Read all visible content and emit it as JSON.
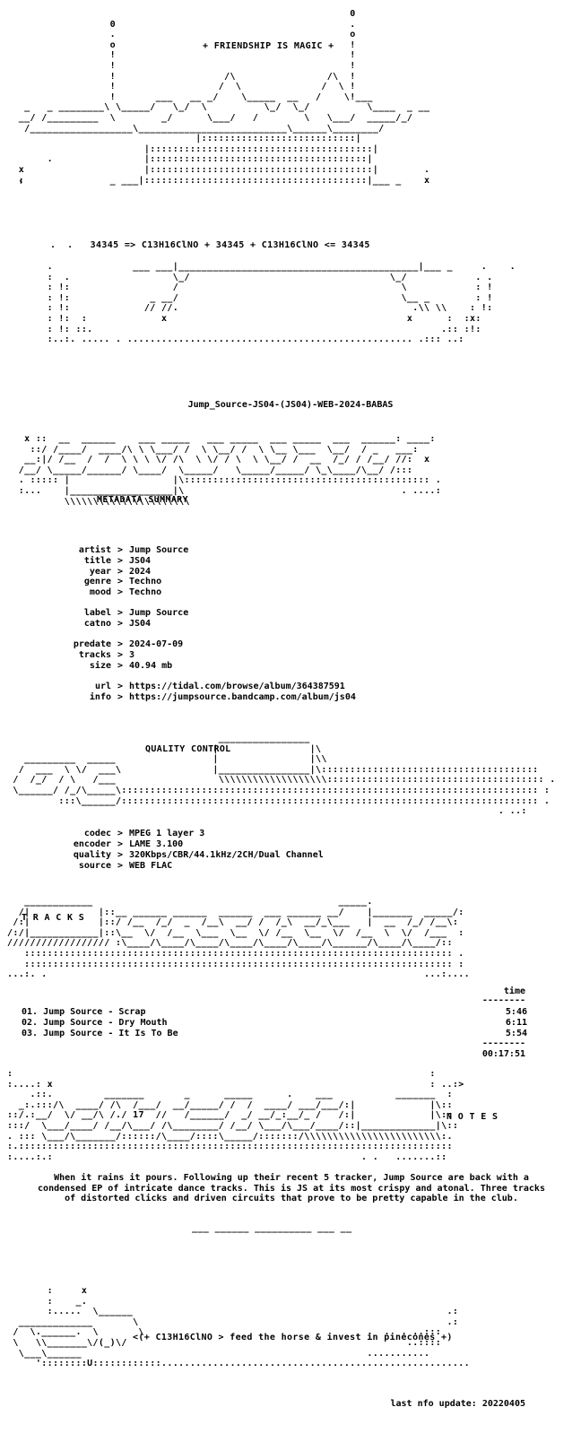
{
  "header": {
    "tagline": "+ FRIENDSHIP IS MAGIC +",
    "formula": "34345 => C13H16ClNO + 34345 + C13H16ClNO <= 34345"
  },
  "release_name": "Jump_Source-JS04-(JS04)-WEB-2024-BABAS",
  "metadata": {
    "title": "METADATA SUMMARY",
    "rows": [
      {
        "key": "artist",
        "value": "Jump Source"
      },
      {
        "key": "title",
        "value": "JS04"
      },
      {
        "key": "year",
        "value": "2024"
      },
      {
        "key": "genre",
        "value": "Techno"
      },
      {
        "key": "mood",
        "value": "Techno"
      },
      {
        "key": "label",
        "value": "Jump Source"
      },
      {
        "key": "catno",
        "value": "JS04"
      },
      {
        "key": "predate",
        "value": "2024-07-09"
      },
      {
        "key": "tracks",
        "value": "3"
      },
      {
        "key": "size",
        "value": "40.94 mb"
      },
      {
        "key": "url",
        "value": "https://tidal.com/browse/album/364387591"
      },
      {
        "key": "info",
        "value": "https://jumpsource.bandcamp.com/album/js04"
      }
    ]
  },
  "quality": {
    "title": "QUALITY CONTROL",
    "rows": [
      {
        "key": "codec",
        "value": "MPEG 1 layer 3"
      },
      {
        "key": "encoder",
        "value": "LAME 3.100"
      },
      {
        "key": "quality",
        "value": "320Kbps/CBR/44.1kHz/2CH/Dual Channel"
      },
      {
        "key": "source",
        "value": "WEB FLAC"
      }
    ]
  },
  "tracks": {
    "title": "T R A C K S",
    "time_header": "time",
    "rule": "--------",
    "items": [
      {
        "label": "01. Jump Source - Scrap",
        "time": "5:46"
      },
      {
        "label": "02. Jump Source - Dry Mouth",
        "time": "6:11"
      },
      {
        "label": "03. Jump Source - It Is To Be",
        "time": "5:54"
      }
    ],
    "total": "00:17:51"
  },
  "notes": {
    "title": "N O T E S",
    "text": "When it rains it pours. Following up their recent 5 tracker, Jump Source are back with a condensed EP of intricate dance tracks. This is JS at its most crispy and atonal. Three tracks of distorted clicks and driven circuits that prove to be pretty capable in the club.",
    "divider": "___ ______ __________ ___ __"
  },
  "footer": {
    "slogan": "<(+ C13H16ClNO > feed the horse & invest in pinecones +)",
    "last_update": "last nfo update: 20220405"
  }
}
